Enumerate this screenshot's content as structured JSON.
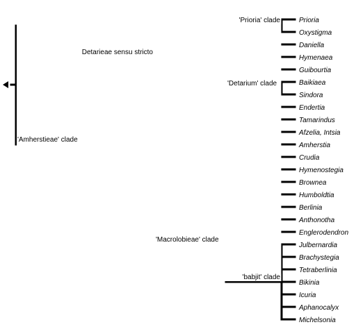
{
  "clades": {
    "prioria": "'Prioria' clade",
    "detarieae": "Detarieae sensu stricto",
    "detarium": "'Detarium' clade",
    "amherstieae": "'Amherstieae' clade",
    "macrolobieae": "'Macrolobieae' clade",
    "babjit": "'babjit' clade"
  },
  "taxa": [
    "Prioria",
    "Oxystigma",
    "Daniella",
    "Hymenaea",
    "Guibourtia",
    "Baikiaea",
    "Sindora",
    "Endertia",
    "Tamarindus",
    "Afzelia, Intsia",
    "Amherstia",
    "Crudia",
    "Hymenostegia",
    "Brownea",
    "Humboldtia",
    "Berlinia",
    "Anthonotha",
    "Englerodendron",
    "Julbernardia",
    "Brachystegia",
    "Tetraberlinia",
    "Bikinia",
    "Icuria",
    "Aphanocalyx",
    "Michelsonia"
  ]
}
